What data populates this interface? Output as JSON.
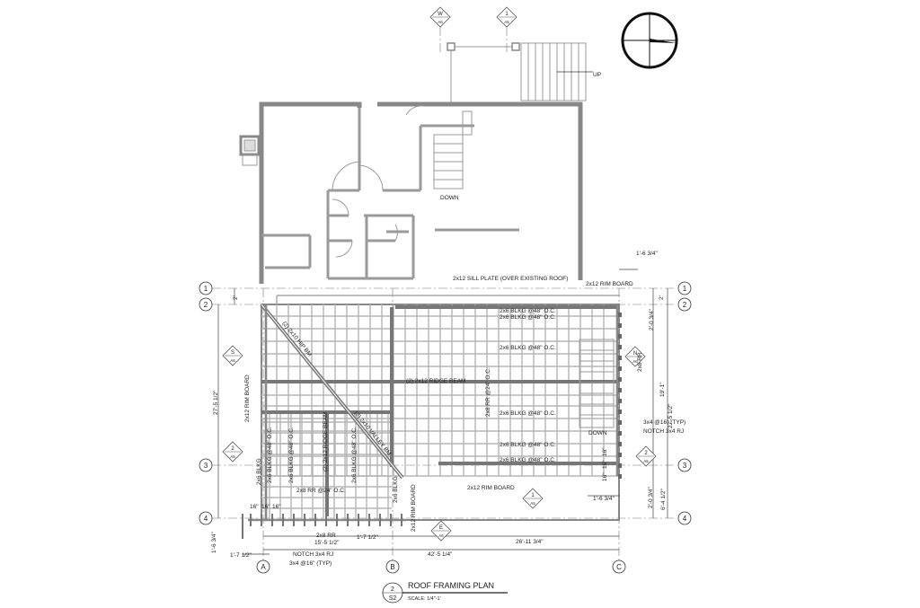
{
  "title_block": {
    "number": "2",
    "sheet": "S2",
    "title": "ROOF FRAMING PLAN",
    "scale": "SCALE: 1/4\"-1'"
  },
  "grids": {
    "rows": [
      "1",
      "2",
      "3",
      "4"
    ],
    "cols": [
      "A",
      "B",
      "C"
    ]
  },
  "section_tags": {
    "top_w": {
      "letter": "W",
      "sheet": "A6"
    },
    "top_1": {
      "letter": "1",
      "sheet": "A5"
    },
    "left_s": {
      "letter": "S",
      "sheet": "A6"
    },
    "left_2": {
      "letter": "2",
      "sheet": "A5"
    },
    "right_n": {
      "letter": "N",
      "sheet": "A6"
    },
    "right_2": {
      "letter": "2",
      "sheet": "A5"
    },
    "bottom_1": {
      "letter": "1",
      "sheet": "A5"
    },
    "bottom_e": {
      "letter": "E",
      "sheet": "A6"
    }
  },
  "stair_labels": {
    "up": "UP",
    "down_upper": "DOWN",
    "down_lower": "DOWN"
  },
  "framing_labels": {
    "sill_plate": "2x12 SILL PLATE (OVER EXISTING ROOF)",
    "rim_board_top": "2x12 RIM BOARD",
    "rim_board_bottom": "2x12 RIM BOARD",
    "rim_board_left": "2x12 RIM BOARD",
    "rim_board_short": "2x12 RIM BOARD",
    "blkg_1": "2x6 BLKG @48\" O.C.",
    "blkg_2": "2x6 BLKG @48\" O.C.",
    "blkg_3": "2x6 BLKG @48\" O.C.",
    "blkg_4": "2x6 BLKG @48\" O.C.",
    "blkg_5": "2x6 BLKG @48\" O.C.",
    "blkg_6": "2x6 BLKG @48\" O.C.",
    "ridge_beam": "(2) 2x12 RIDGE BEAM",
    "rr_main": "2x8 RR @24\" O.C.",
    "rr_right": "2x8 RR",
    "hip_beam": "(2) 2x10 HIP BM",
    "valley_beam": "(2) 2x10 VALLEY BM",
    "lower_ridge": "(2) 2x12 RIDGE BEAM",
    "v_blkg_1": "2x6 BLKG",
    "v_blkg_2": "2x6 BLKG @48\" O.C.",
    "v_blkg_3": "2x6 BLKG @48\" O.C.",
    "v_blkg_4": "2x6 BLKG @48\" O.C.",
    "v_blkg_5": "2x6 BLKG",
    "lower_rr": "2x8 RR @24\" O.C.",
    "bottom_rr": "2x8 RR",
    "notch_right": "NOTCH 3x4 RJ",
    "typ_right": "3x4 @16\" (TYP)",
    "notch_left": "NOTCH 3x4 RJ",
    "typ_left": "3x4 @16\" (TYP)"
  },
  "dimensions": {
    "d_1_6_34_top": "1'-6 3/4\"",
    "d_2_left": "2'",
    "d_2_right": "2'",
    "d_2_0_34_top": "2'-0 3/4\"",
    "d_19_1": "19'-1\"",
    "d_27_5_12_right": "27'-5 1/2\"",
    "d_27_5_12_left": "27'-5 1/2\"",
    "d_2_0_34_bottom": "2'-0 3/4\"",
    "d_6_4_12": "6'-4 1/2\"",
    "d_1_6_34_bottom": "1'-6 3/4\"",
    "d_15_5_12": "15'-5 1/2\"",
    "d_1_7_12_mid": "1'-7 1/2\"",
    "d_26_11_34": "26'-11 3/4\"",
    "d_42_5_14": "42'-5 1/4\"",
    "d_1_7_12_left": "1'-7 1/2\"",
    "d_1_6_34_left": "1'-6 3/4\"",
    "d_16_a": "16\"",
    "d_16_b": "16\"",
    "d_16_c": "16\"",
    "d_16_r1": "16\"",
    "d_16_r2": "16\"",
    "d_16_r3": "16\""
  }
}
